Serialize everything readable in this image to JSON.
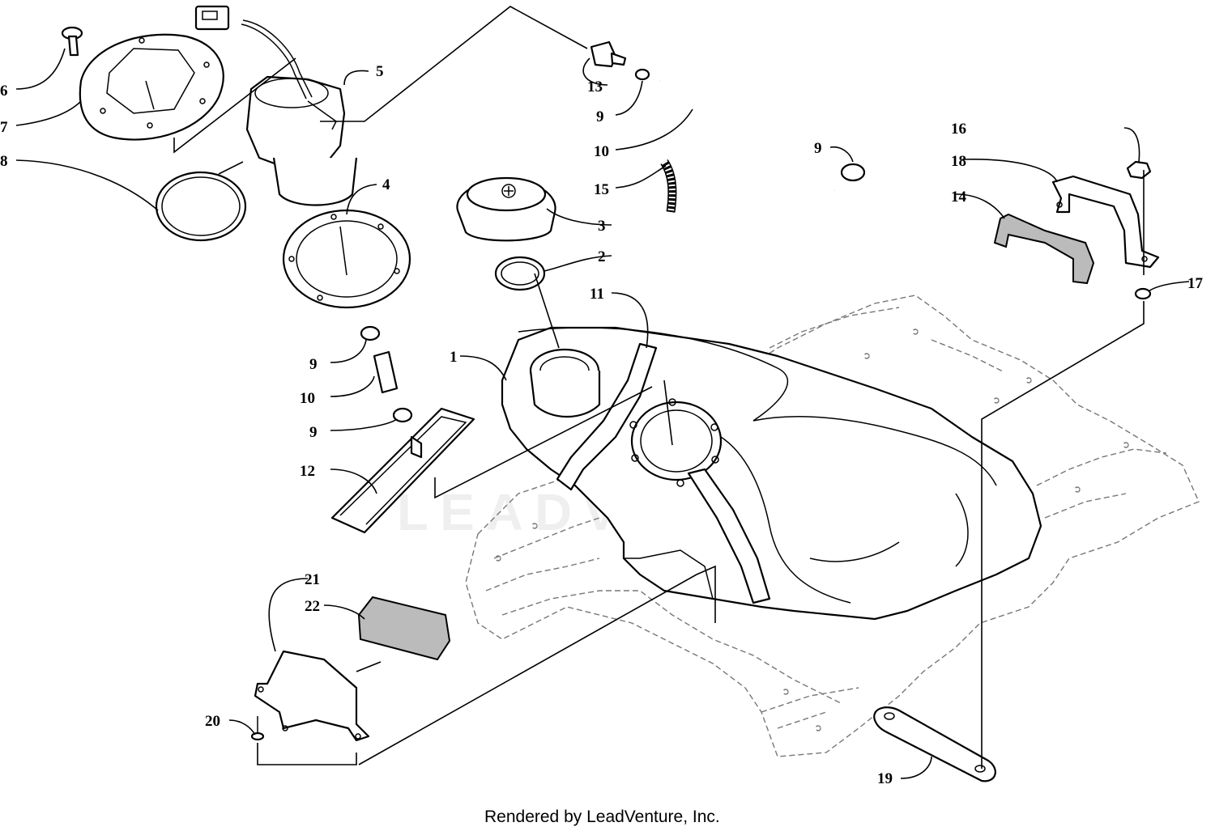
{
  "footer": {
    "text": "Rendered by LeadVenture, Inc."
  },
  "watermark": {
    "text": "LEADVENTURE"
  },
  "callouts": [
    {
      "id": "c6",
      "label": "6"
    },
    {
      "id": "c7",
      "label": "7"
    },
    {
      "id": "c8",
      "label": "8"
    },
    {
      "id": "c5",
      "label": "5"
    },
    {
      "id": "c4",
      "label": "4"
    },
    {
      "id": "c9a",
      "label": "9"
    },
    {
      "id": "c10a",
      "label": "10"
    },
    {
      "id": "c9b",
      "label": "9"
    },
    {
      "id": "c12",
      "label": "12"
    },
    {
      "id": "c13",
      "label": "13"
    },
    {
      "id": "c9c",
      "label": "9"
    },
    {
      "id": "c10b",
      "label": "10"
    },
    {
      "id": "c15",
      "label": "15"
    },
    {
      "id": "c9d",
      "label": "9"
    },
    {
      "id": "c3",
      "label": "3"
    },
    {
      "id": "c2",
      "label": "2"
    },
    {
      "id": "c11",
      "label": "11"
    },
    {
      "id": "c1",
      "label": "1"
    },
    {
      "id": "c16",
      "label": "16"
    },
    {
      "id": "c18",
      "label": "18"
    },
    {
      "id": "c14",
      "label": "14"
    },
    {
      "id": "c17",
      "label": "17"
    },
    {
      "id": "c21",
      "label": "21"
    },
    {
      "id": "c22",
      "label": "22"
    },
    {
      "id": "c20",
      "label": "20"
    },
    {
      "id": "c19",
      "label": "19"
    }
  ]
}
